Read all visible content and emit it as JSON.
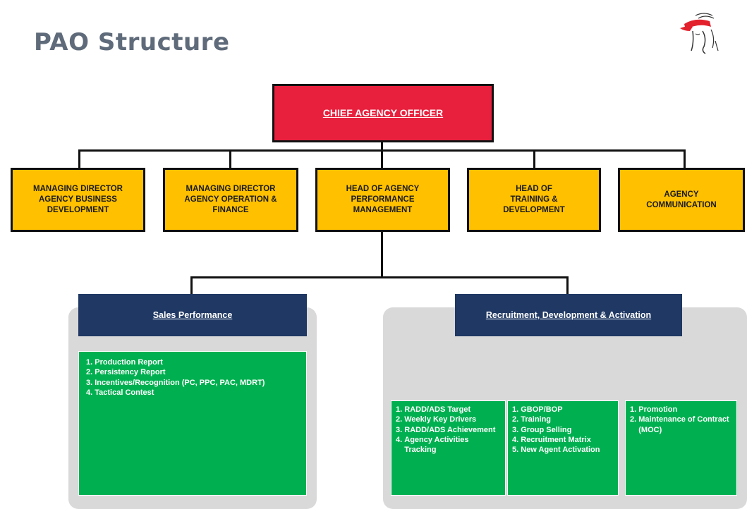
{
  "page": {
    "title": "PAO Structure"
  },
  "logo": {
    "name": "helmet-head-logo"
  },
  "chief": {
    "label": "CHIEF AGENCY OFFICER"
  },
  "departments": [
    {
      "lines": [
        "MANAGING DIRECTOR",
        "AGENCY BUSINESS",
        "DEVELOPMENT"
      ]
    },
    {
      "lines": [
        "MANAGING DIRECTOR",
        "AGENCY OPERATION &",
        "FINANCE"
      ]
    },
    {
      "lines": [
        "HEAD OF AGENCY",
        "PERFORMANCE",
        "MANAGEMENT"
      ]
    },
    {
      "lines": [
        "HEAD OF",
        "TRAINING &",
        "DEVELOPMENT"
      ]
    },
    {
      "lines": [
        "AGENCY",
        "COMMUNICATION"
      ]
    }
  ],
  "sales": {
    "header": "Sales Performance",
    "items": [
      {
        "num": "1.",
        "text": "Production Report"
      },
      {
        "num": "2.",
        "text": "Persistency Report"
      },
      {
        "num": "3.",
        "text": "Incentives/Recognition (PC, PPC, PAC, MDRT)"
      },
      {
        "num": "4.",
        "text": "Tactical Contest"
      }
    ]
  },
  "recruitment": {
    "header": "Recruitment, Development & Activation",
    "columns": [
      [
        {
          "num": "1.",
          "text": "RADD/ADS Target"
        },
        {
          "num": "2.",
          "text": "Weekly Key Drivers"
        },
        {
          "num": "3.",
          "text": "RADD/ADS Achievement"
        },
        {
          "num": "4.",
          "text": "Agency Activities Tracking"
        }
      ],
      [
        {
          "num": "1.",
          "text": "GBOP/BOP"
        },
        {
          "num": "2.",
          "text": "Training"
        },
        {
          "num": "3.",
          "text": "Group Selling"
        },
        {
          "num": "4.",
          "text": "Recruitment Matrix"
        },
        {
          "num": "5.",
          "text": "New Agent Activation"
        }
      ],
      [
        {
          "num": "1.",
          "text": "Promotion"
        },
        {
          "num": "2.",
          "text": "Maintenance of Contract (MOC)"
        }
      ]
    ]
  }
}
